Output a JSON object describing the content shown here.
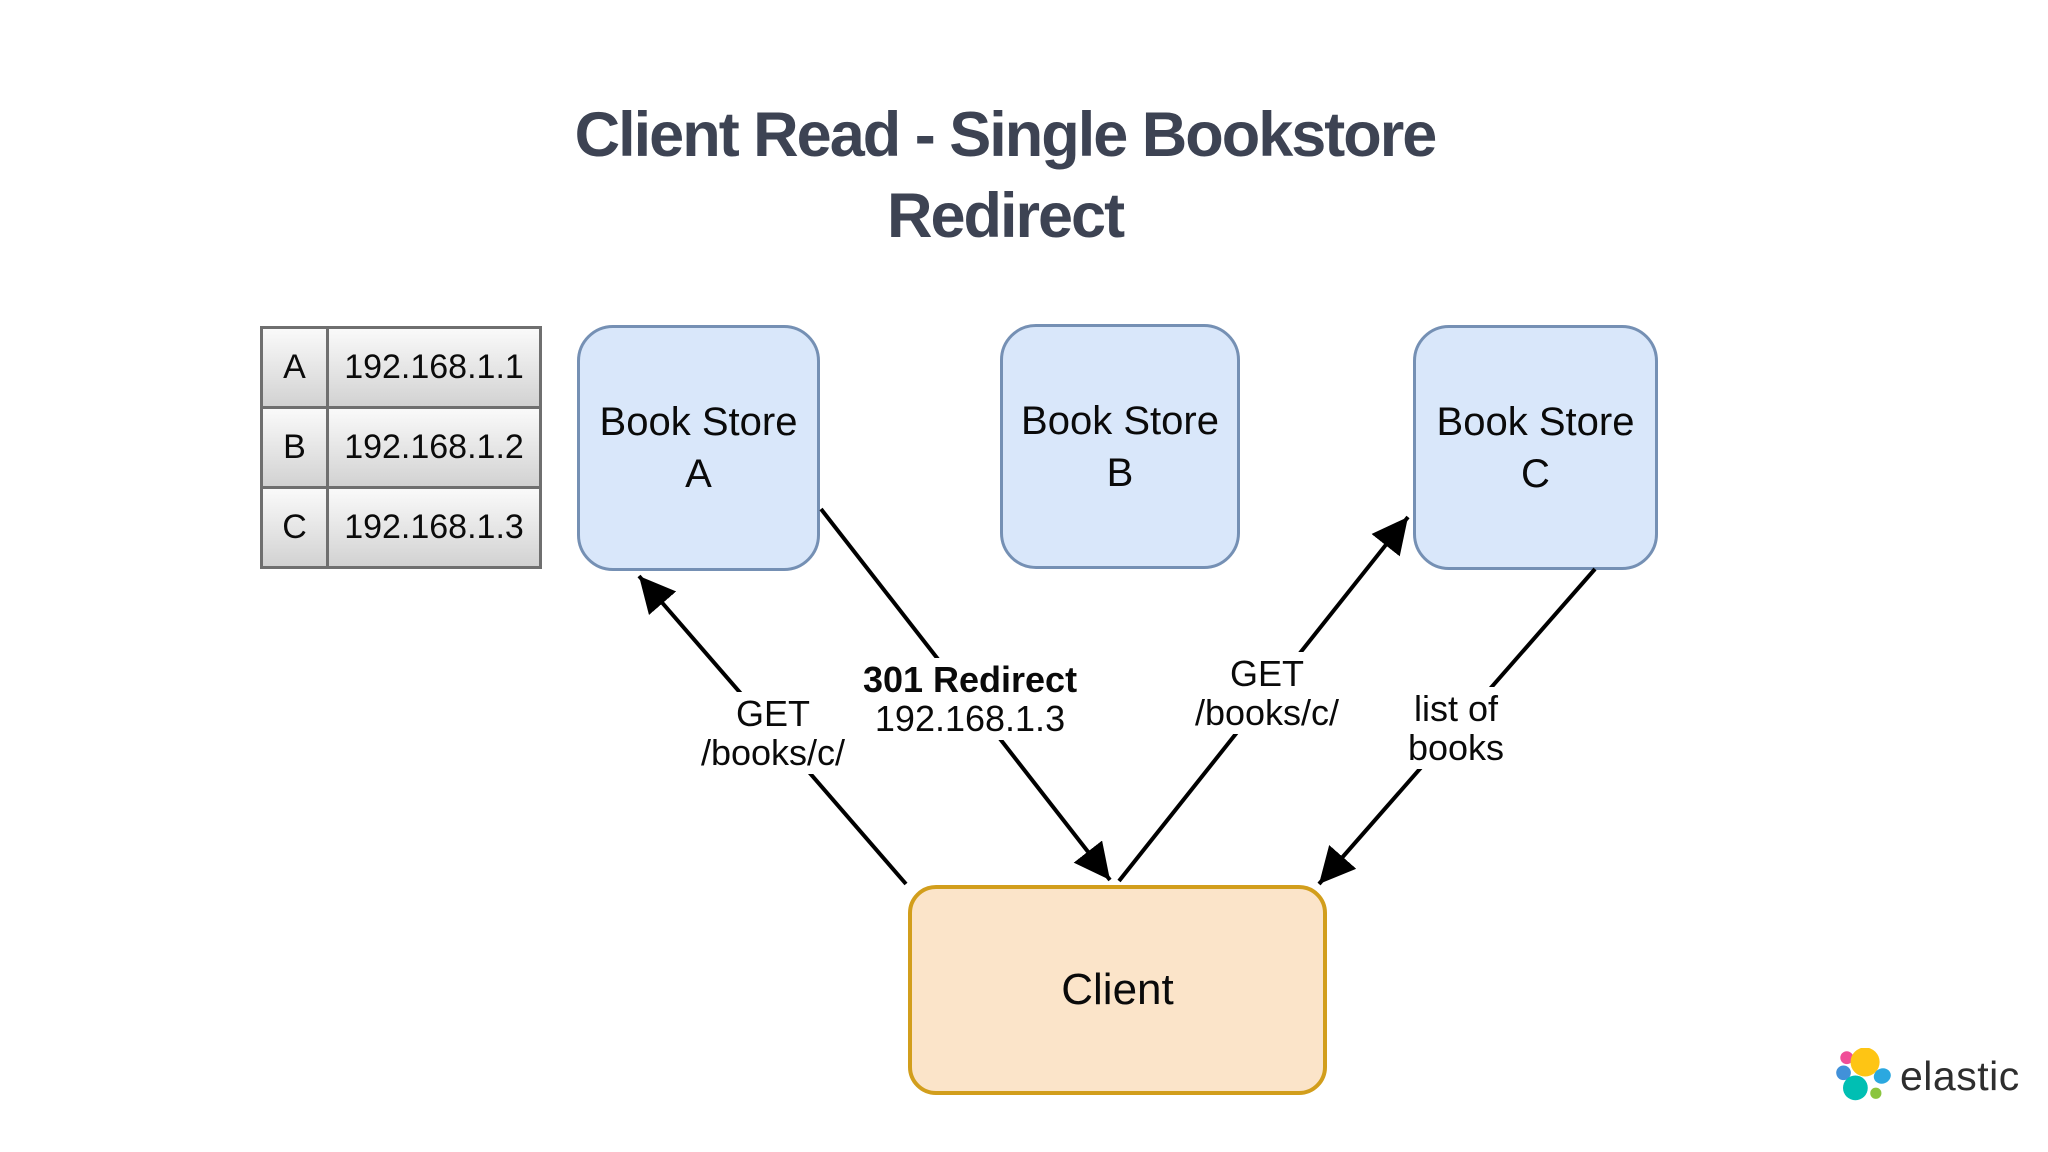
{
  "title": {
    "line1": "Client Read - Single Bookstore",
    "line2": "Redirect"
  },
  "dns_table": {
    "rows": [
      {
        "name": "A",
        "ip": "192.168.1.1"
      },
      {
        "name": "B",
        "ip": "192.168.1.2"
      },
      {
        "name": "C",
        "ip": "192.168.1.3"
      }
    ]
  },
  "nodes": {
    "store_a": {
      "line1": "Book Store",
      "line2": "A"
    },
    "store_b": {
      "line1": "Book Store",
      "line2": "B"
    },
    "store_c": {
      "line1": "Book Store",
      "line2": "C"
    },
    "client": {
      "label": "Client"
    }
  },
  "edges": {
    "client_to_a": {
      "line1": "GET",
      "line2": "/books/c/"
    },
    "a_to_client": {
      "line1": "301 Redirect",
      "line2": "192.168.1.3"
    },
    "client_to_c": {
      "line1": "GET",
      "line2": "/books/c/"
    },
    "c_to_client": {
      "line1": "list of",
      "line2": "books"
    }
  },
  "branding": {
    "logo_text": "elastic"
  },
  "colors": {
    "store_fill": "#d9e7fa",
    "store_border": "#7590b4",
    "client_fill": "#fbe4c9",
    "client_border": "#d29e1c",
    "table_border": "#6f6f6f",
    "arrow": "#000000",
    "title": "#3d4353",
    "logo_yellow": "#fec514",
    "logo_pink": "#f04e98",
    "logo_teal": "#00bfb3",
    "logo_blue_left": "#4191d9",
    "logo_blue_right": "#2ba8e0",
    "logo_green": "#8bc53f"
  }
}
